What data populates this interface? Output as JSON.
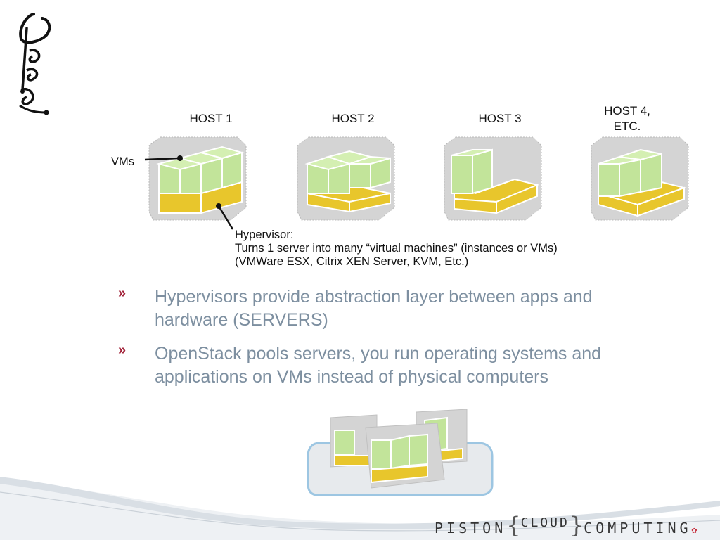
{
  "brand": {
    "signature_logo": "Piston",
    "footer_word1": "PISTON",
    "footer_brace_open": "{",
    "footer_word2": "CLOUD",
    "footer_brace_close": "}",
    "footer_word3": "COMPUTING",
    "footer_mark": "✿"
  },
  "diagram": {
    "hosts": [
      {
        "label": "HOST 1",
        "vm_count": 3
      },
      {
        "label": "HOST 2",
        "vm_count": 4
      },
      {
        "label": "HOST 3",
        "vm_count": 1
      },
      {
        "label": "HOST 4,",
        "label_line2": "ETC.",
        "vm_count": 2
      }
    ],
    "vms_label": "VMs",
    "hypervisor_title": "Hypervisor:",
    "hypervisor_line1": "Turns 1 server into many “virtual machines” (instances or VMs)",
    "hypervisor_line2": "(VMWare ESX, Citrix XEN Server, KVM, Etc.)"
  },
  "bullets": [
    {
      "mark": "»",
      "text": "Hypervisors provide abstraction layer between apps and hardware (SERVERS)"
    },
    {
      "mark": "»",
      "text": "OpenStack pools servers, you run operating systems and applications on VMs instead of physical computers"
    }
  ],
  "colors": {
    "vm_green": "#c2e49a",
    "hypervisor_yellow": "#e8c62c",
    "frame_gray": "#d4d4d4",
    "bullet_red": "#a3243b",
    "bullet_text": "#7d8fa0"
  }
}
